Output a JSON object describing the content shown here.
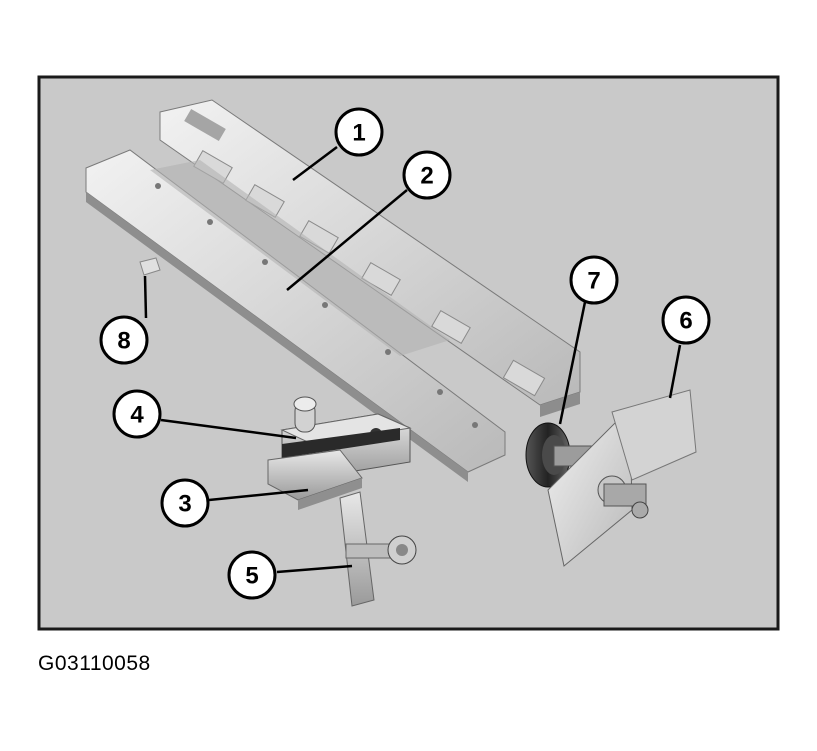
{
  "figure": {
    "caption": "G03110058",
    "background_color": "#c8c8c8",
    "frame_color": "#1a1a1a",
    "callouts": [
      "1",
      "2",
      "3",
      "4",
      "5",
      "6",
      "7",
      "8"
    ]
  }
}
